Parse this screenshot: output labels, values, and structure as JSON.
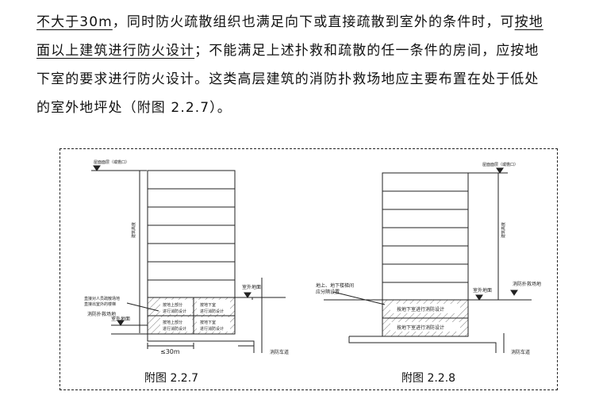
{
  "paragraph": {
    "l1_u": "不大于30m",
    "l1_rest": "，同时防火疏散组织也满足向下或直接疏散到室外的条件时，可",
    "l1_u2": "按地",
    "l2_u": "面以上建筑进行防火设计",
    "l2_rest": "；不能满足上述扑救和疏散的任一条件的房间，应按地",
    "l3": "下室的要求进行防火设计。这类高层建筑的消防扑救场地应主要布置在处于低处",
    "l4": "的室外地坪处（附图 2.2.7）。"
  },
  "figure1": {
    "caption": "附图 2.2.7",
    "roof_label": "屋面面层（或檐口）",
    "height_label": "建筑高度",
    "outdoor_ground_label": "室外地面",
    "fire_site_label": "消防扑救场地",
    "outdoor_ground_low_label": "室外地面",
    "side_note_1": "直接对人员疏散场地",
    "side_note_2": "直接出室外的楼梯",
    "room_a1": "按地上部分",
    "room_a2": "进行消防设计",
    "room_b1": "按地下室",
    "room_b2": "进行消防设计",
    "dim_label": "≤30m",
    "fire_road_label": "消防车道"
  },
  "figure2": {
    "caption": "附图 2.2.8",
    "roof_label": "屋面面层（或檐口）",
    "height_label": "建筑高度",
    "stair_note_1": "地上、地下楼梯间",
    "stair_note_2": "应分隔设置",
    "outdoor_ground_label": "室外地面",
    "fire_site_label": "消防扑救场地",
    "basement_1": "按地下室进行消防设计",
    "basement_2": "按地下室进行消防设计",
    "fire_road_label": "消防车道"
  }
}
